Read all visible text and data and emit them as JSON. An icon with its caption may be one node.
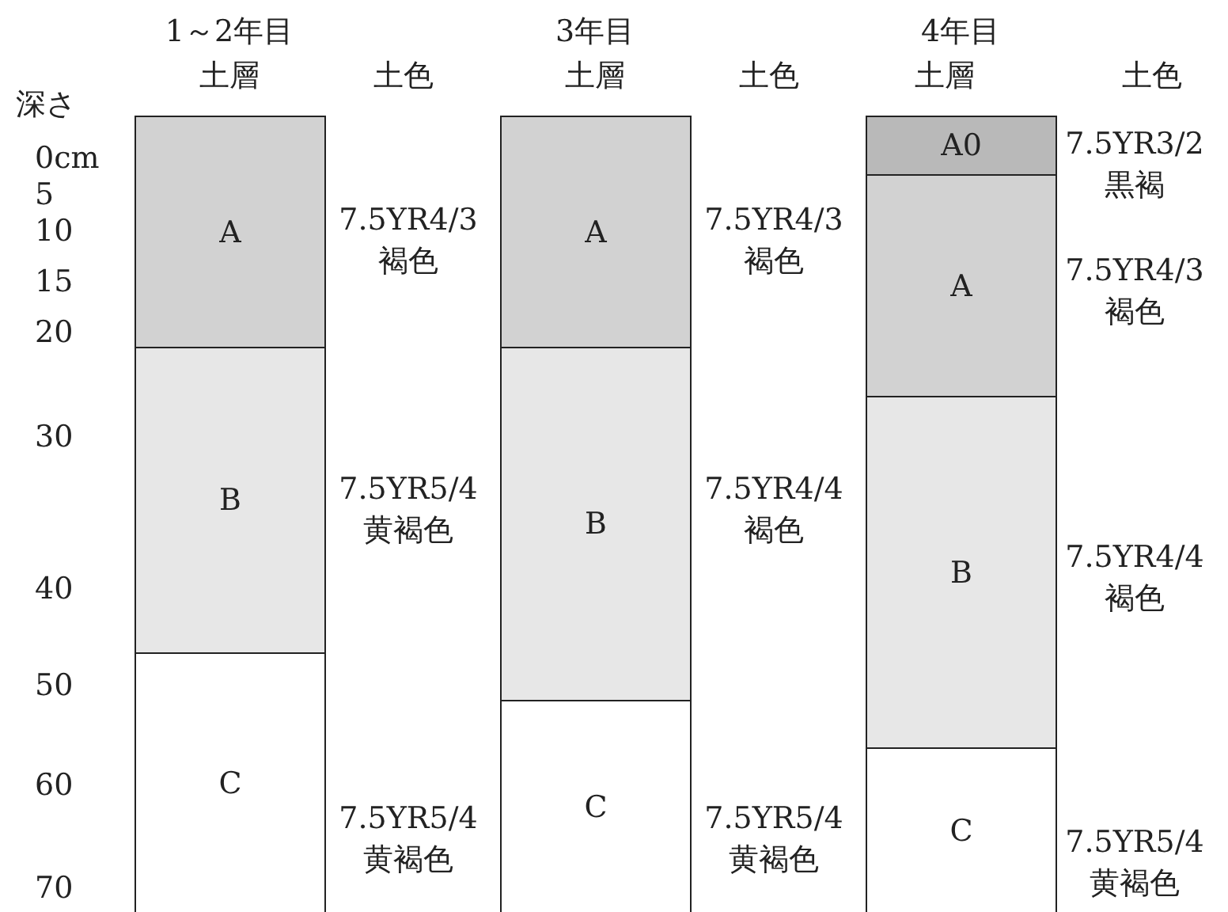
{
  "diagram": {
    "nodes": [
      {
        "text": [
          "A"
        ],
        "beside": [
          "7.5YR4/3 褐色"
        ]
      },
      {
        "text": [
          "B"
        ],
        "beside": [
          "7.5YR5/4 黄褐色"
        ]
      },
      {
        "text": [
          "C"
        ],
        "beside": [
          "7.5YR5/4 黄褐色"
        ]
      },
      {
        "text": [
          "A"
        ],
        "beside": [
          "7.5YR4/3 褐色"
        ]
      },
      {
        "text": [
          "B"
        ],
        "beside": [
          "7.5YR4/4 褐色"
        ]
      },
      {
        "text": [
          "C"
        ],
        "beside": [
          "7.5YR5/4 黄褐色"
        ]
      },
      {
        "text": [
          "A0"
        ],
        "beside": [
          "7.5YR3/2 黒褐"
        ]
      },
      {
        "text": [
          "A"
        ],
        "beside": [
          "7.5YR4/3 褐色"
        ]
      },
      {
        "text": [
          "B"
        ],
        "beside": [
          "7.5YR4/4 褐色"
        ]
      },
      {
        "text": [
          "C"
        ],
        "beside": [
          "7.5YR5/4 黄褐色"
        ]
      }
    ],
    "labels": [
      "1～2年目",
      "3年目",
      "4年目",
      "土層",
      "土色",
      "土層",
      "土色",
      "土層",
      "土色",
      "深さ",
      "0cm",
      "5",
      "10",
      "15",
      "20",
      "30",
      "40",
      "50",
      "60",
      "70"
    ]
  }
}
